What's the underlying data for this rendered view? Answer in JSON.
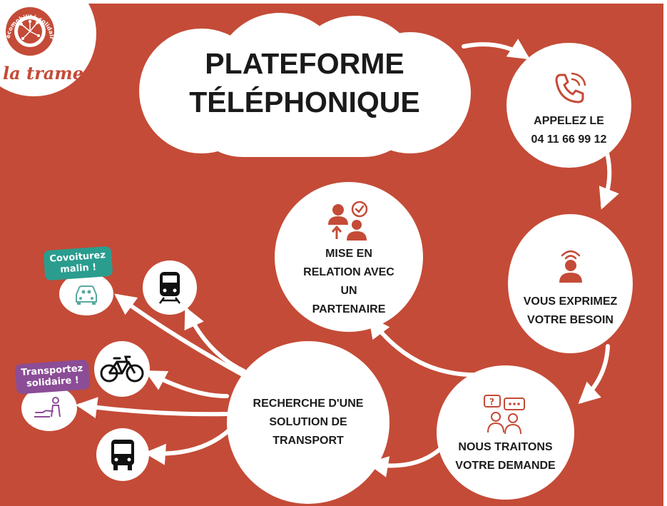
{
  "title": {
    "line1": "PLATEFORME",
    "line2": "TÉLÉPHONIQUE"
  },
  "logo": {
    "ring_text": "écomobilité solidaire",
    "brand": "la trame"
  },
  "steps": [
    {
      "label": "APPELEZ LE\n04 11 66 99 12",
      "icon": "phone-icon"
    },
    {
      "label": "VOUS EXPRIMEZ\nVOTRE BESOIN",
      "icon": "person-speaking-icon"
    },
    {
      "label": "NOUS TRAITONS\nVOTRE DEMANDE",
      "icon": "discussion-icon"
    },
    {
      "label": "MISE EN\nRELATION AVEC\nUN\nPARTENAIRE",
      "icon": "partners-icon"
    },
    {
      "label": "RECHERCHE D'UNE\nSOLUTION DE\nTRANSPORT",
      "icon": ""
    }
  ],
  "badges": {
    "carpool": "Covoiturez\nmalin !",
    "solidarity": "Transportez\nsolidaire !"
  },
  "modes": [
    "carpool-icon",
    "train-icon",
    "bicycle-icon",
    "solidarity-transport-icon",
    "bus-icon"
  ],
  "colors": {
    "background": "#c44b37",
    "accent": "#c44b37",
    "carpool_badge": "#2a9d8f",
    "solidarity_badge": "#8b4d96",
    "text": "#1c1c1c"
  }
}
